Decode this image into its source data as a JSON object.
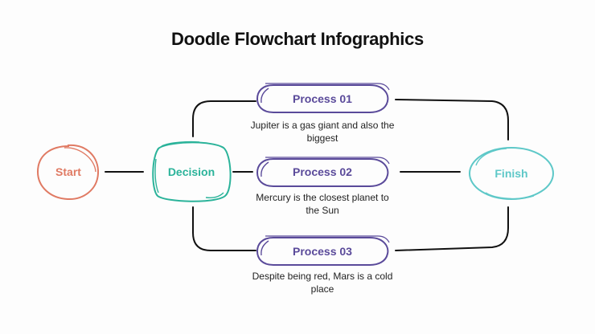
{
  "title": "Doodle Flowchart Infographics",
  "colors": {
    "start": "#e07a63",
    "decision": "#2bb39a",
    "process": "#5a4a9a",
    "finish": "#5ec8c8",
    "line": "#111111"
  },
  "nodes": {
    "start": {
      "label": "Start"
    },
    "decision": {
      "label": "Decision"
    },
    "finish": {
      "label": "Finish"
    },
    "processes": [
      {
        "label": "Process 01",
        "desc": "Jupiter is a gas giant and also the biggest"
      },
      {
        "label": "Process 02",
        "desc": "Mercury is the closest planet to the Sun"
      },
      {
        "label": "Process 03",
        "desc": "Despite being red, Mars is a cold place"
      }
    ]
  }
}
